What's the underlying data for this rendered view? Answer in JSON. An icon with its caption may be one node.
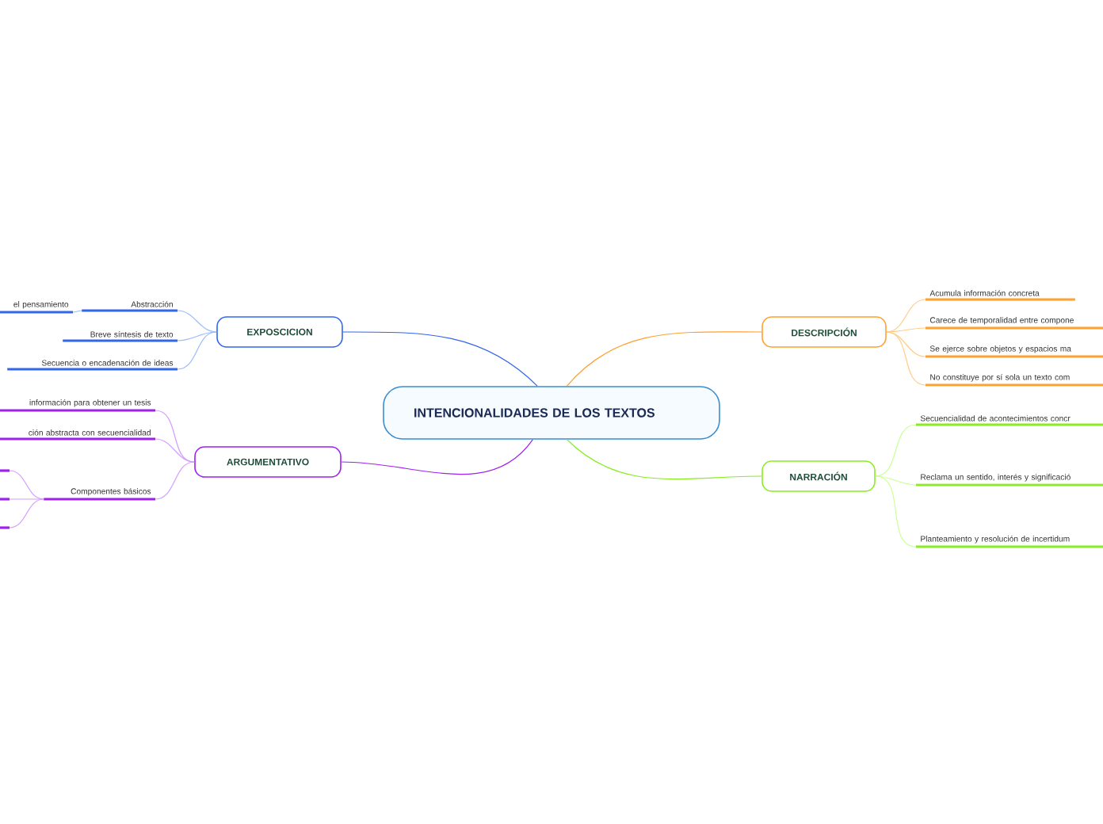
{
  "diagram": {
    "nodes": [
      {
        "text": [
          "INTENCIONALIDADES DE LOS TEXTOS"
        ]
      },
      {
        "text": [
          "EXPOSCICION"
        ]
      },
      {
        "text": [
          "Abstracción"
        ]
      },
      {
        "text": [
          "el pensamiento"
        ]
      },
      {
        "text": [
          "Breve síntesis de texto"
        ]
      },
      {
        "text": [
          "Secuencia o encadenación de ideas"
        ]
      },
      {
        "text": [
          "ARGUMENTATIVO"
        ]
      },
      {
        "text": [
          "información para obtener un tesis"
        ]
      },
      {
        "text": [
          "ción abstracta con secuencialidad"
        ]
      },
      {
        "text": [
          "Componentes básicos"
        ]
      },
      {
        "text": [],
        "shape": "bar"
      },
      {
        "text": [],
        "shape": "bar"
      },
      {
        "text": [],
        "shape": "bar"
      },
      {
        "text": [
          "DESCRIPCIÓN"
        ]
      },
      {
        "text": [
          "Acumula información concreta"
        ]
      },
      {
        "text": [
          "Carece de temporalidad entre compone"
        ]
      },
      {
        "text": [
          "Se ejerce sobre objetos y espacios ma"
        ]
      },
      {
        "text": [
          "No constituye por sí sola un texto com"
        ]
      },
      {
        "text": [
          "NARRACIÓN"
        ]
      },
      {
        "text": [
          "Secuencialidad de acontecimientos concr"
        ]
      },
      {
        "text": [
          "Reclama un sentido, interés y significació"
        ]
      },
      {
        "text": [
          "Planteamiento y resolución de incertidum"
        ]
      }
    ],
    "edges": [
      {
        "from": 0,
        "to": 1,
        "arrow": "none",
        "color": "#3366ee"
      },
      {
        "from": 1,
        "to": 2,
        "arrow": "none",
        "color": "#99bbff"
      },
      {
        "from": 2,
        "to": 3,
        "arrow": "none",
        "color": "#99bbff"
      },
      {
        "from": 1,
        "to": 4,
        "arrow": "none",
        "color": "#99bbff"
      },
      {
        "from": 1,
        "to": 5,
        "arrow": "none",
        "color": "#99bbff"
      },
      {
        "from": 0,
        "to": 6,
        "arrow": "none",
        "color": "#a020f0"
      },
      {
        "from": 6,
        "to": 7,
        "arrow": "none",
        "color": "#d49cff"
      },
      {
        "from": 6,
        "to": 8,
        "arrow": "none",
        "color": "#d49cff"
      },
      {
        "from": 6,
        "to": 9,
        "arrow": "none",
        "color": "#d49cff"
      },
      {
        "from": 9,
        "to": 10,
        "arrow": "none",
        "color": "#d49cff"
      },
      {
        "from": 9,
        "to": 11,
        "arrow": "none",
        "color": "#d49cff"
      },
      {
        "from": 9,
        "to": 12,
        "arrow": "none",
        "color": "#d49cff"
      },
      {
        "from": 0,
        "to": 13,
        "arrow": "none",
        "color": "#ffa030"
      },
      {
        "from": 13,
        "to": 14,
        "arrow": "none",
        "color": "#ffcc88"
      },
      {
        "from": 13,
        "to": 15,
        "arrow": "none",
        "color": "#ffcc88"
      },
      {
        "from": 13,
        "to": 16,
        "arrow": "none",
        "color": "#ffcc88"
      },
      {
        "from": 13,
        "to": 17,
        "arrow": "none",
        "color": "#ffcc88"
      },
      {
        "from": 0,
        "to": 18,
        "arrow": "none",
        "color": "#88ee22"
      },
      {
        "from": 18,
        "to": 19,
        "arrow": "none",
        "color": "#ccff99"
      },
      {
        "from": 18,
        "to": 20,
        "arrow": "none",
        "color": "#ccff99"
      },
      {
        "from": 18,
        "to": 21,
        "arrow": "none",
        "color": "#ccff99"
      }
    ]
  }
}
